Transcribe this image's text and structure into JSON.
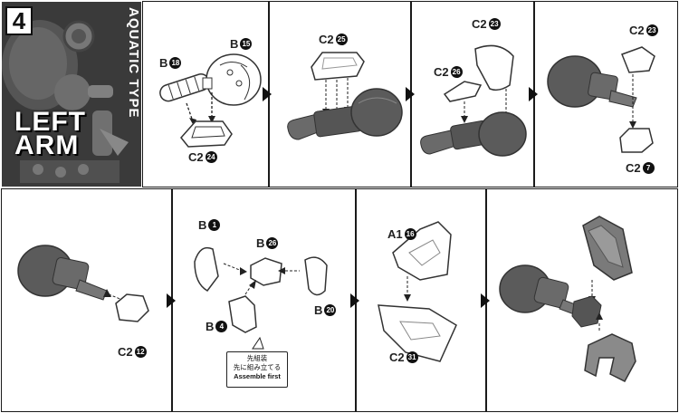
{
  "header": {
    "step_number": "4",
    "type_label": "AQUATIC TYPE",
    "title_line1": "LEFT",
    "title_line2": "ARM"
  },
  "step1": {
    "labels": [
      {
        "code": "B",
        "num": "18"
      },
      {
        "code": "B",
        "num": "15"
      },
      {
        "code": "C2",
        "num": "24"
      }
    ]
  },
  "step2": {
    "labels": [
      {
        "code": "C2",
        "num": "25"
      }
    ]
  },
  "step3": {
    "labels": [
      {
        "code": "C2",
        "num": "23"
      },
      {
        "code": "C2",
        "num": "26"
      }
    ]
  },
  "step4": {
    "labels": [
      {
        "code": "C2",
        "num": "23"
      },
      {
        "code": "C2",
        "num": "7"
      }
    ]
  },
  "step5": {
    "labels": [
      {
        "code": "C2",
        "num": "12"
      }
    ]
  },
  "step6": {
    "labels": [
      {
        "code": "B",
        "num": "1"
      },
      {
        "code": "B",
        "num": "26"
      },
      {
        "code": "B",
        "num": "4"
      },
      {
        "code": "B",
        "num": "20"
      }
    ],
    "note": {
      "line1": "先組装",
      "line2": "先に組み立てる",
      "line3": "Assemble first"
    }
  },
  "step7": {
    "labels": [
      {
        "code": "A1",
        "num": "16"
      },
      {
        "code": "C2",
        "num": "31"
      }
    ]
  },
  "colors": {
    "part_dark": "#5f5f5f",
    "part_mid": "#8a8a8a",
    "part_light": "#cfcfcf",
    "title_bg": "#3a3a3a"
  }
}
